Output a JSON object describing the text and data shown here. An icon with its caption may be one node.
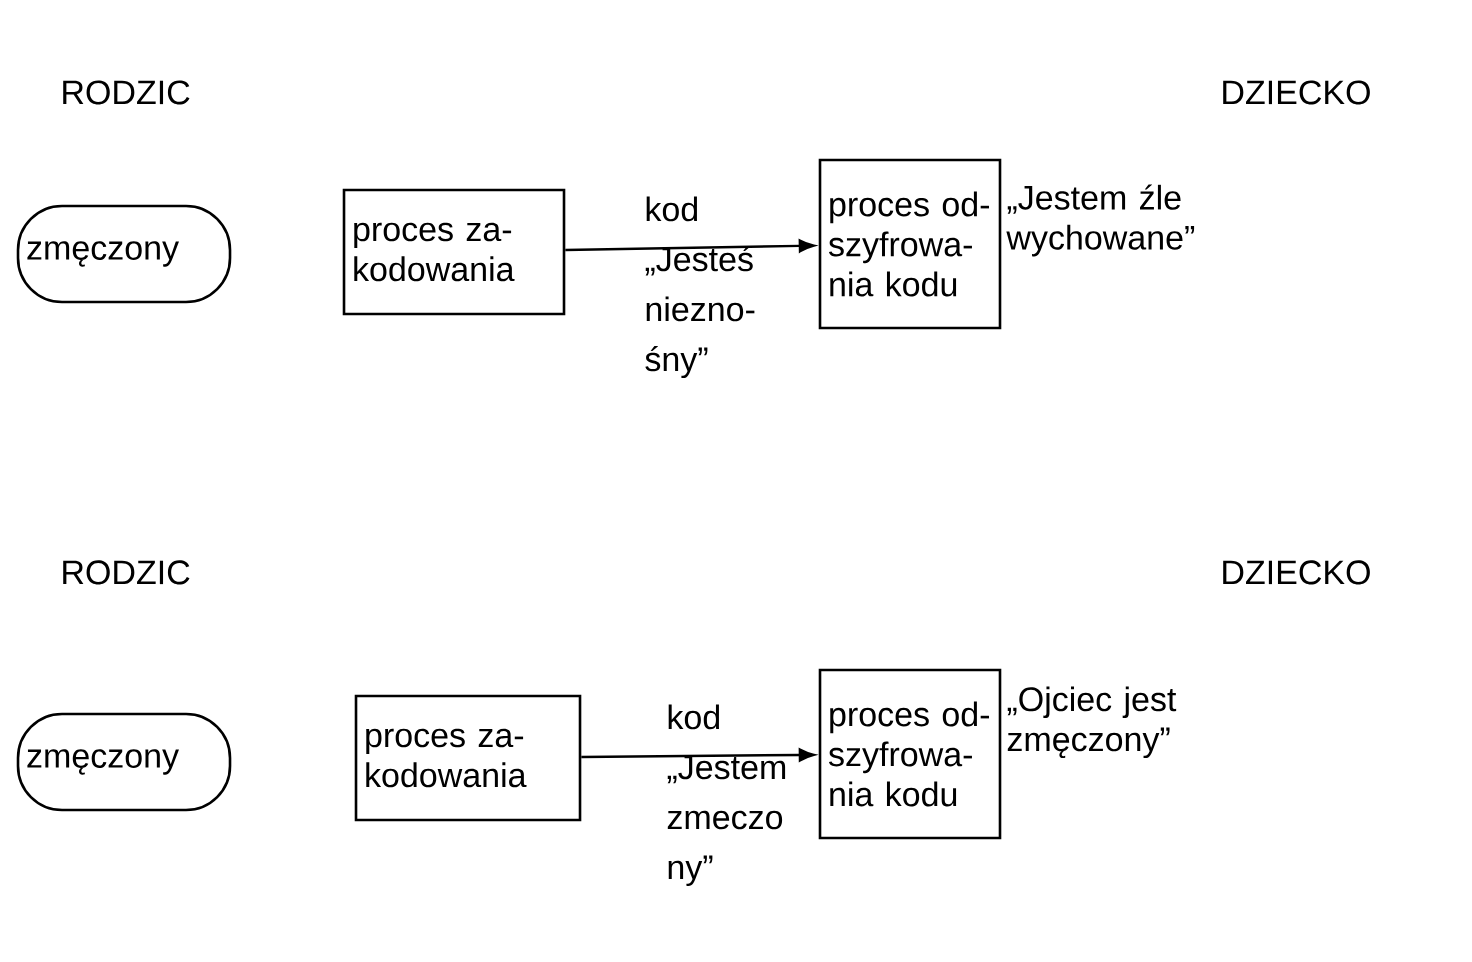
{
  "diagram": {
    "nodes": [
      {
        "text": [
          "zmęczony"
        ]
      },
      {
        "text": [
          "proces za- kodowania"
        ]
      },
      {
        "text": [
          "proces od- szyfrowa- nia kodu"
        ]
      },
      {
        "text": [
          "zmęczony"
        ]
      },
      {
        "text": [
          "proces za- kodowania"
        ]
      },
      {
        "text": [
          "proces od- szyfrowa- nia kodu"
        ]
      }
    ],
    "edges": [
      {
        "from": 1,
        "to": 2,
        "arrow": "to",
        "label": "kod „Jesteś niezno- śny”"
      },
      {
        "from": 4,
        "to": 5,
        "arrow": "to",
        "label": "kod „Jestem zmeczo ny”"
      }
    ],
    "labels": [
      "RODZIC",
      "DZIECKO",
      "„Jestem źle wychowane”",
      "RODZIC",
      "DZIECKO",
      "„Ojciec jest zmęczony”"
    ]
  }
}
